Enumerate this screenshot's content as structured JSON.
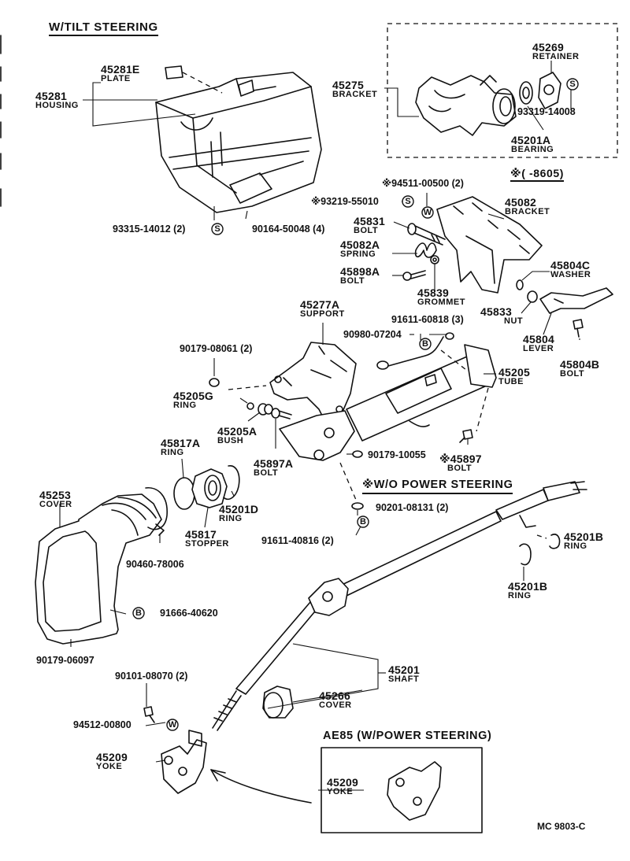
{
  "headers": {
    "tilt": "W/TILT STEERING",
    "wo_power": "※W/O POWER STEERING",
    "ae85": "AE85 (W/POWER STEERING)",
    "date_note": "※(     -8605)"
  },
  "diagram_code": "MC 9803-C",
  "parts": [
    {
      "id": "45281E",
      "num": "45281E",
      "label": "PLATE"
    },
    {
      "id": "45281",
      "num": "45281",
      "label": "HOUSING"
    },
    {
      "id": "45275",
      "num": "45275",
      "label": "BRACKET"
    },
    {
      "id": "45269",
      "num": "45269",
      "label": "RETAINER"
    },
    {
      "id": "45201A",
      "num": "45201A",
      "label": "BEARING"
    },
    {
      "id": "45082",
      "num": "45082",
      "label": "BRACKET"
    },
    {
      "id": "45831",
      "num": "45831",
      "label": "BOLT"
    },
    {
      "id": "45082A",
      "num": "45082A",
      "label": "SPRING"
    },
    {
      "id": "45898A",
      "num": "45898A",
      "label": "BOLT"
    },
    {
      "id": "45839",
      "num": "45839",
      "label": "GROMMET"
    },
    {
      "id": "45804C",
      "num": "45804C",
      "label": "WASHER"
    },
    {
      "id": "45833",
      "num": "45833",
      "label": "NUT"
    },
    {
      "id": "45804",
      "num": "45804",
      "label": "LEVER"
    },
    {
      "id": "45804B",
      "num": "45804B",
      "label": "BOLT"
    },
    {
      "id": "45277A",
      "num": "45277A",
      "label": "SUPPORT"
    },
    {
      "id": "45205",
      "num": "45205",
      "label": "TUBE"
    },
    {
      "id": "45205G",
      "num": "45205G",
      "label": "RING"
    },
    {
      "id": "45205A",
      "num": "45205A",
      "label": "BUSH"
    },
    {
      "id": "45897A",
      "num": "45897A",
      "label": "BOLT"
    },
    {
      "id": "45897",
      "num": "※45897",
      "label": "BOLT"
    },
    {
      "id": "45817A",
      "num": "45817A",
      "label": "RING"
    },
    {
      "id": "45201D",
      "num": "45201D",
      "label": "RING"
    },
    {
      "id": "45817",
      "num": "45817",
      "label": "STOPPER"
    },
    {
      "id": "45253",
      "num": "45253",
      "label": "COVER"
    },
    {
      "id": "45201B_1",
      "num": "45201B",
      "label": "RING"
    },
    {
      "id": "45201B_2",
      "num": "45201B",
      "label": "RING"
    },
    {
      "id": "45201",
      "num": "45201",
      "label": "SHAFT"
    },
    {
      "id": "45266",
      "num": "45266",
      "label": "COVER"
    },
    {
      "id": "45209_1",
      "num": "45209",
      "label": "YOKE"
    },
    {
      "id": "45209_2",
      "num": "45209",
      "label": "YOKE"
    }
  ],
  "fasteners": [
    {
      "id": "93319-14008",
      "text": "93319-14008"
    },
    {
      "id": "94511-00500",
      "text": "※94511-00500 (2)"
    },
    {
      "id": "93219-55010",
      "text": "※93219-55010"
    },
    {
      "id": "93315-14012",
      "text": "93315-14012 (2)"
    },
    {
      "id": "90164-50048",
      "text": "90164-50048 (4)"
    },
    {
      "id": "91611-60818",
      "text": "91611-60818 (3)"
    },
    {
      "id": "90980-07204",
      "text": "90980-07204"
    },
    {
      "id": "90179-08061",
      "text": "90179-08061 (2)"
    },
    {
      "id": "90179-10055",
      "text": "90179-10055"
    },
    {
      "id": "90201-08131",
      "text": "90201-08131 (2)"
    },
    {
      "id": "91611-40816",
      "text": "91611-40816 (2)"
    },
    {
      "id": "90460-78006",
      "text": "90460-78006"
    },
    {
      "id": "91666-40620",
      "text": "91666-40620"
    },
    {
      "id": "90179-06097",
      "text": "90179-06097"
    },
    {
      "id": "90101-08070",
      "text": "90101-08070 (2)"
    },
    {
      "id": "94512-00800",
      "text": "94512-00800"
    }
  ],
  "symbols": {
    "s": "S",
    "w": "W",
    "b": "B"
  }
}
